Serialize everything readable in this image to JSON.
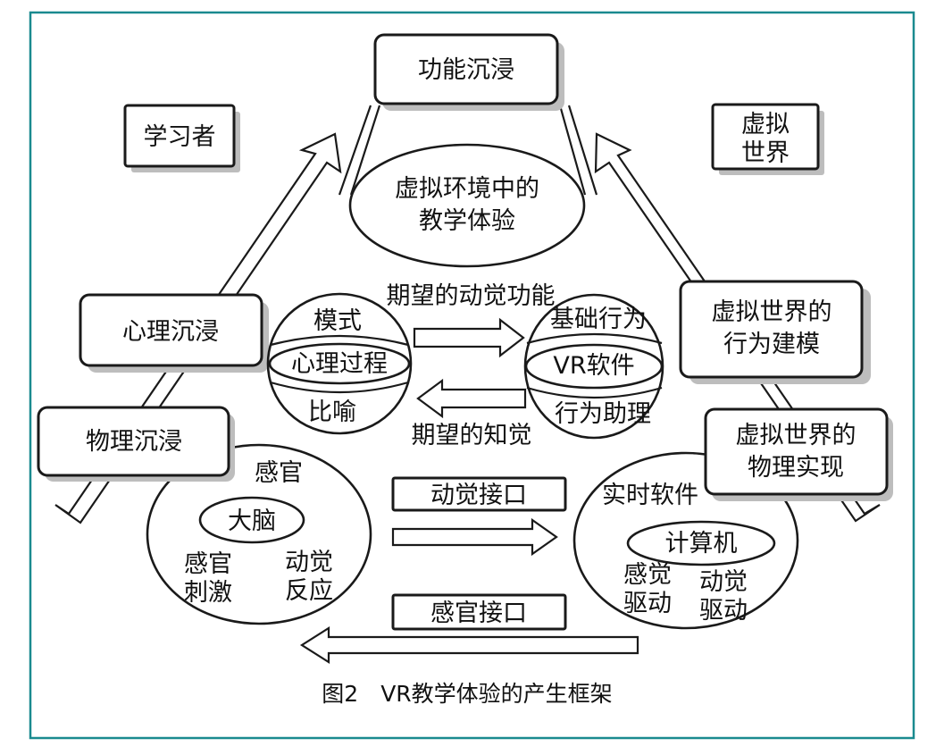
{
  "diagram": {
    "top_box": "功能沉浸",
    "learner": "学习者",
    "virtual_world": [
      "虚拟",
      "世界"
    ],
    "center_ellipse": [
      "虚拟环境中的",
      "教学体验"
    ],
    "psych_immersion": "心理沉浸",
    "physical_immersion": "物理沉浸",
    "vw_behavior_modeling": [
      "虚拟世界的",
      "行为建模"
    ],
    "vw_physical_realization": [
      "虚拟世界的",
      "物理实现"
    ],
    "left_sphere": {
      "top": "模式",
      "middle": "心理过程",
      "bottom": "比喻"
    },
    "right_sphere": {
      "top": "基础行为",
      "middle": "VR软件",
      "bottom": "行为助理"
    },
    "expected_kinesthetic": "期望的动觉功能",
    "expected_perception": "期望的知觉",
    "left_circle": {
      "top": "感官",
      "inner": "大脑",
      "left": [
        "感官",
        "刺激"
      ],
      "right": [
        "动觉",
        "反应"
      ]
    },
    "right_circle": {
      "top": "实时软件",
      "inner": "计算机",
      "left": [
        "感觉",
        "驱动"
      ],
      "right": [
        "动觉",
        "驱动"
      ]
    },
    "kinesthetic_interface": "动觉接口",
    "sensory_interface": "感官接口"
  },
  "caption": "图2　VR教学体验的产生框架",
  "colors": {
    "frame": "#1a8a8f",
    "ink": "#1a1a1a",
    "shadow": "#bdbdbd"
  }
}
